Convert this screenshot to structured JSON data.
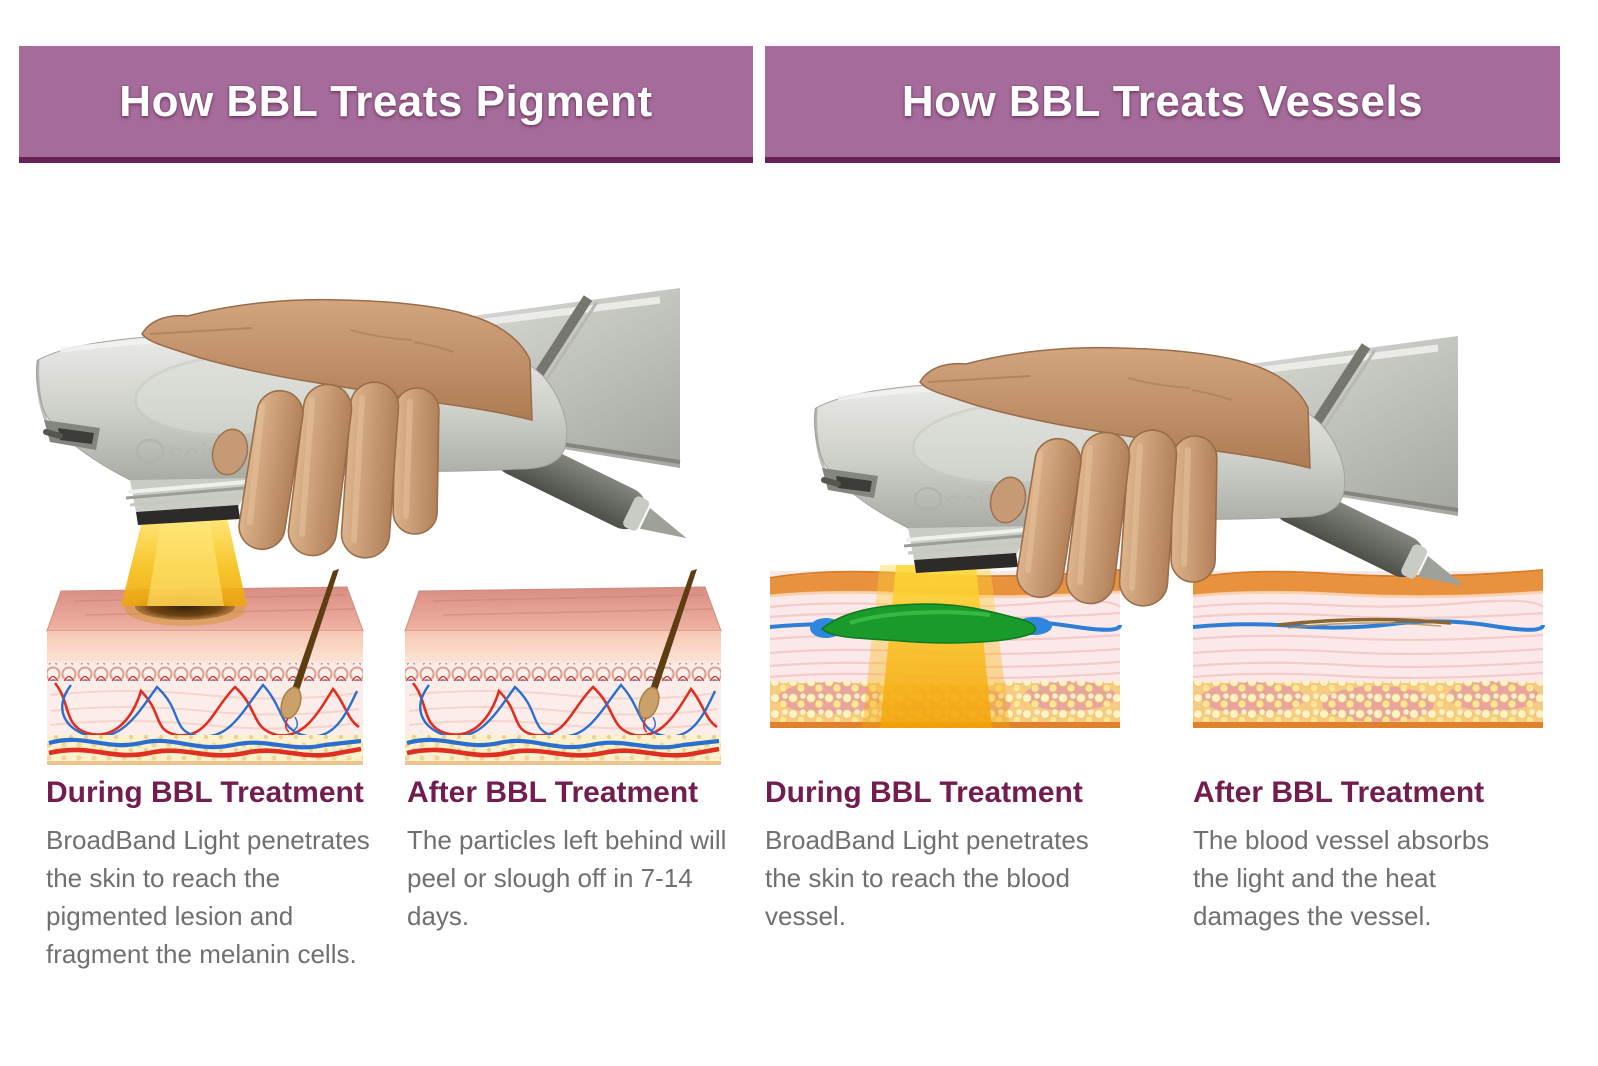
{
  "headers": {
    "left": "How BBL Treats Pigment",
    "right": "How BBL Treats Vessels"
  },
  "device": {
    "logo": "sciton"
  },
  "sections": [
    {
      "id": "pigment-during",
      "heading": "During BBL Treatment",
      "lines": [
        "BroadBand Light penetrates",
        "the skin to reach the",
        "pigmented lesion and",
        "fragment the melanin cells."
      ]
    },
    {
      "id": "pigment-after",
      "heading": "After BBL Treatment",
      "lines": [
        "The particles left behind will",
        "peel or slough off in 7-14",
        "days."
      ]
    },
    {
      "id": "vessels-during",
      "heading": "During BBL Treatment",
      "lines": [
        "BroadBand Light penetrates",
        "the skin to reach the blood",
        "vessel."
      ]
    },
    {
      "id": "vessels-after",
      "heading": "After BBL Treatment",
      "lines": [
        "The blood vessel absorbs",
        "the light and the heat",
        "damages the vessel."
      ]
    }
  ],
  "colors": {
    "header_bar": "#a56c9b",
    "header_border": "#6a2156",
    "header_text": "#ffffff",
    "section_heading": "#721d4d",
    "body_text": "#6e7072",
    "beam_yellow": "#f5bd12",
    "lesion_brown": "#38220a",
    "vessel_blue": "#2e7ed6",
    "coagulated_green": "#1b9a2c",
    "damaged_vessel_brown": "#8a6731",
    "skin_pink": "#fbe9e9",
    "epidermis_orange": "#e8923d",
    "fat_yellow": "#f6cb84",
    "device_gray": "#c6c8c2",
    "hand_skin": "#c89c79"
  }
}
